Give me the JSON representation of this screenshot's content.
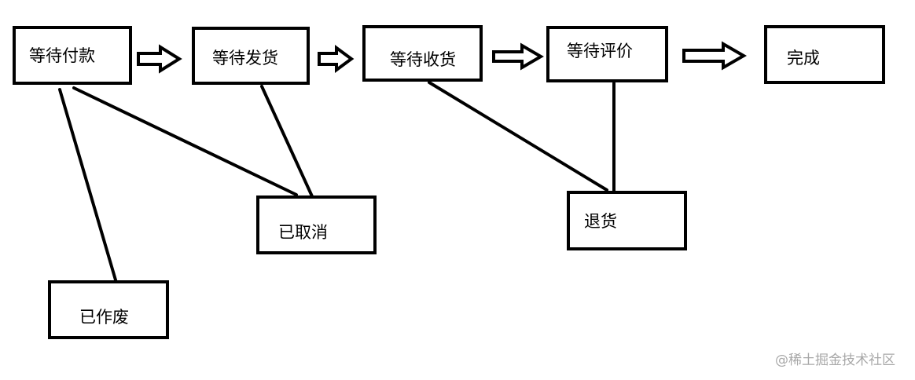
{
  "nodes": {
    "await_payment": "等待付款",
    "await_shipping": "等待发货",
    "await_receipt": "等待收货",
    "await_review": "等待评价",
    "completed": "完成",
    "cancelled": "已取消",
    "voided": "已作废",
    "returned": "退货"
  },
  "watermark": "@稀土掘金技术社区"
}
